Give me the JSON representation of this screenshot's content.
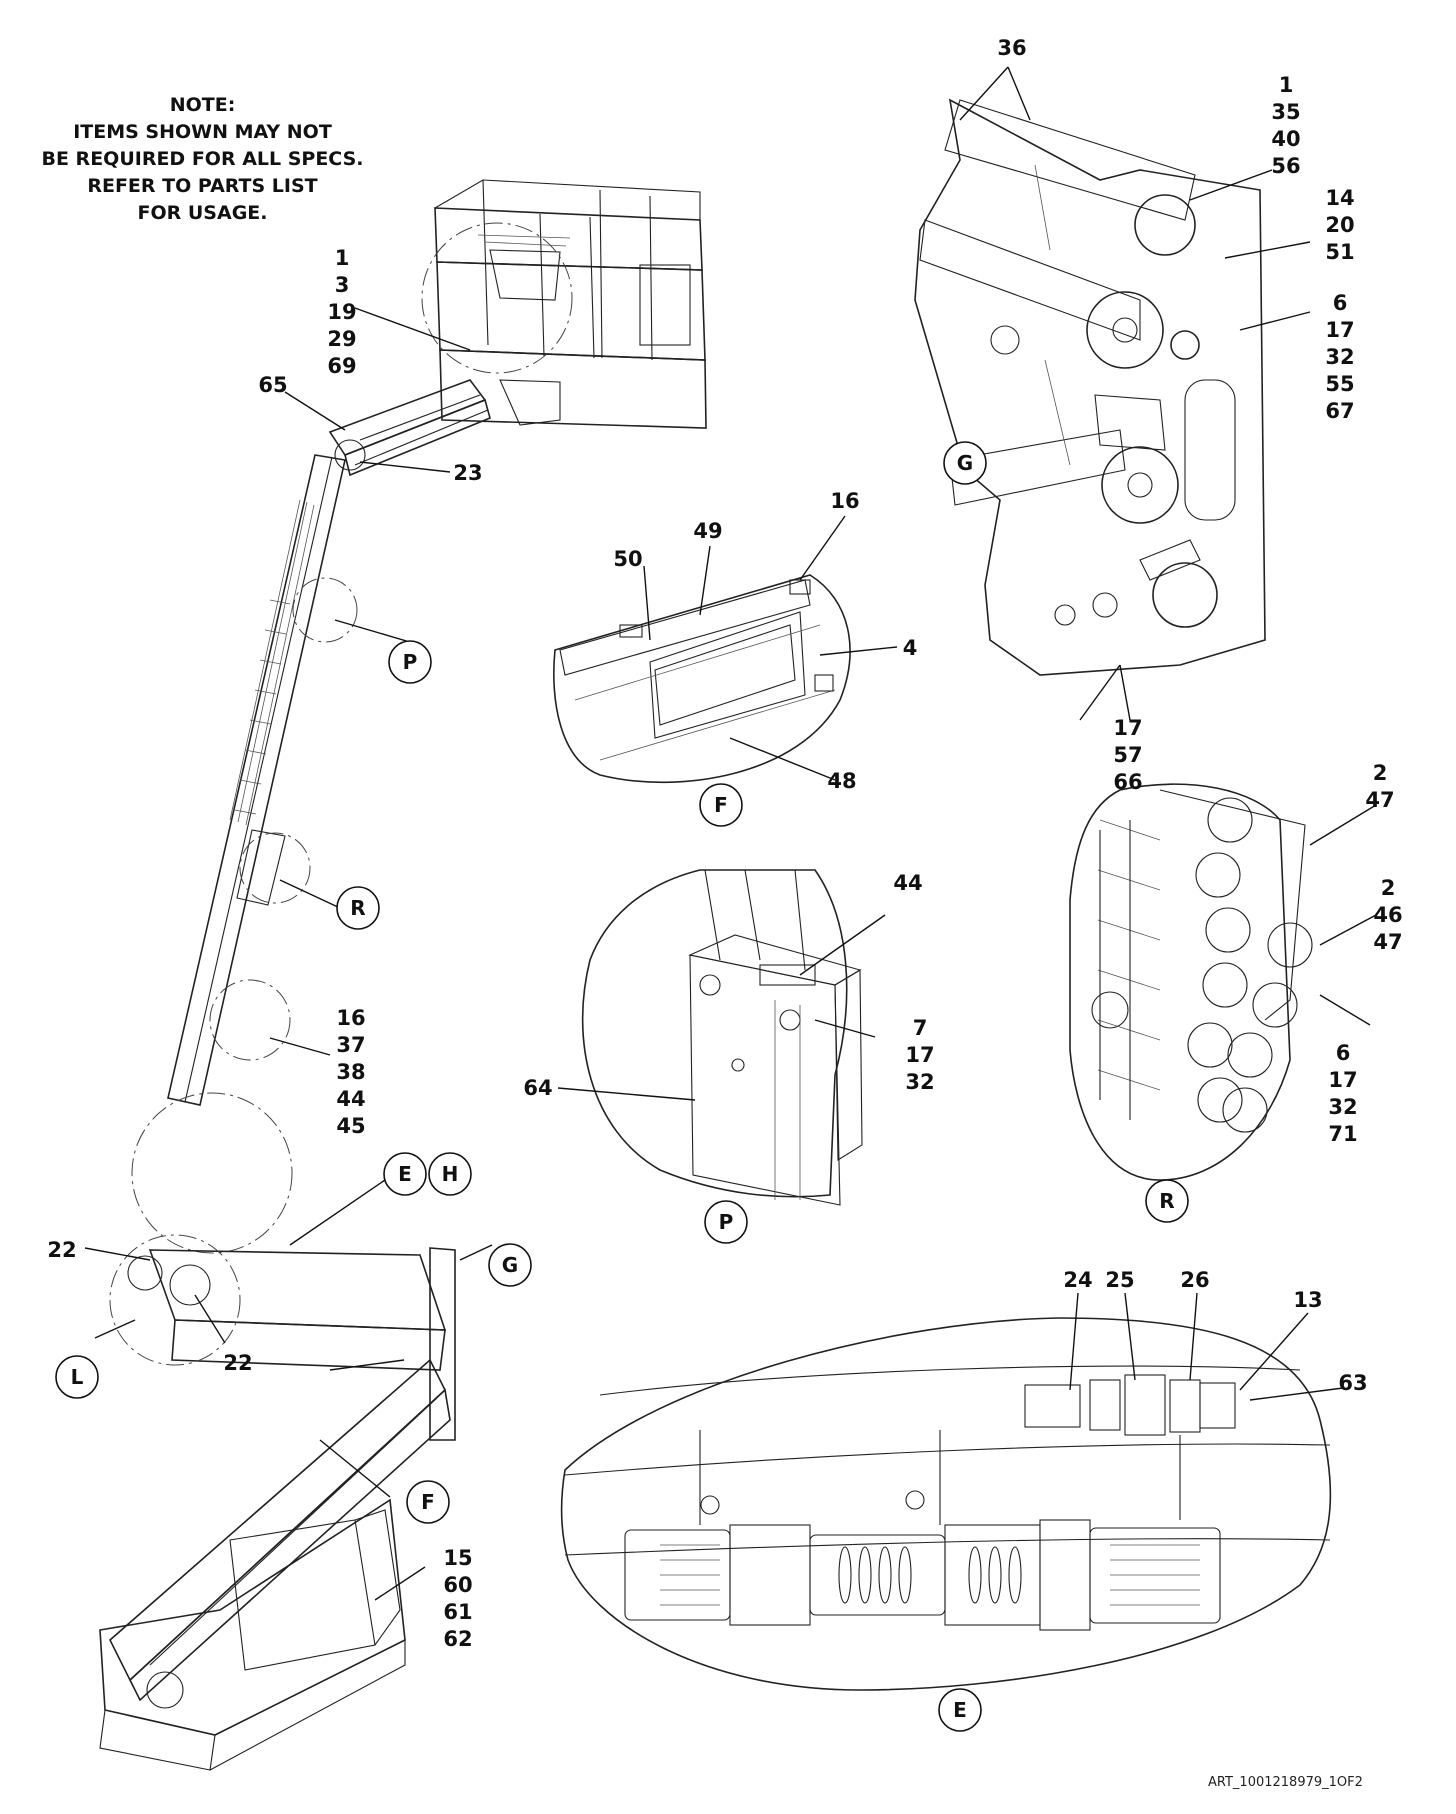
{
  "note": {
    "lines": [
      "NOTE:",
      "ITEMS SHOWN  MAY NOT",
      "BE REQUIRED FOR ALL SPECS.",
      "REFER TO PARTS LIST",
      "FOR USAGE."
    ]
  },
  "art_id": "ART_1001218979_1OF2",
  "callouts": [
    {
      "id": "c-36",
      "lines": [
        "36"
      ]
    },
    {
      "id": "c-1-35-40-56",
      "lines": [
        "1",
        "35",
        "40",
        "56"
      ]
    },
    {
      "id": "c-14-20-51",
      "lines": [
        "14",
        "20",
        "51"
      ]
    },
    {
      "id": "c-6-17-32-55-67",
      "lines": [
        "6",
        "17",
        "32",
        "55",
        "67"
      ]
    },
    {
      "id": "c-17-57-66",
      "lines": [
        "17",
        "57",
        "66"
      ]
    },
    {
      "id": "c-1-3-19-29-69",
      "lines": [
        "1",
        "3",
        "19",
        "29",
        "69"
      ]
    },
    {
      "id": "c-65",
      "lines": [
        "65"
      ]
    },
    {
      "id": "c-23",
      "lines": [
        "23"
      ]
    },
    {
      "id": "c-16-top",
      "lines": [
        "16"
      ]
    },
    {
      "id": "c-49",
      "lines": [
        "49"
      ]
    },
    {
      "id": "c-50",
      "lines": [
        "50"
      ]
    },
    {
      "id": "c-4",
      "lines": [
        "4"
      ]
    },
    {
      "id": "c-48",
      "lines": [
        "48"
      ]
    },
    {
      "id": "c-2-47",
      "lines": [
        "2",
        "47"
      ]
    },
    {
      "id": "c-2-46-47",
      "lines": [
        "2",
        "46",
        "47"
      ]
    },
    {
      "id": "c-6-17-32-71",
      "lines": [
        "6",
        "17",
        "32",
        "71"
      ]
    },
    {
      "id": "c-44",
      "lines": [
        "44"
      ]
    },
    {
      "id": "c-7-17-32",
      "lines": [
        "7",
        "17",
        "32"
      ]
    },
    {
      "id": "c-64",
      "lines": [
        "64"
      ]
    },
    {
      "id": "c-16-37-38-44-45",
      "lines": [
        "16",
        "37",
        "38",
        "44",
        "45"
      ]
    },
    {
      "id": "c-22-a",
      "lines": [
        "22"
      ]
    },
    {
      "id": "c-22-b",
      "lines": [
        "22"
      ]
    },
    {
      "id": "c-15-60-61-62",
      "lines": [
        "15",
        "60",
        "61",
        "62"
      ]
    },
    {
      "id": "c-24",
      "lines": [
        "24"
      ]
    },
    {
      "id": "c-25",
      "lines": [
        "25"
      ]
    },
    {
      "id": "c-26",
      "lines": [
        "26"
      ]
    },
    {
      "id": "c-13",
      "lines": [
        "13"
      ]
    },
    {
      "id": "c-63",
      "lines": [
        "63"
      ]
    }
  ],
  "detail_labels": [
    {
      "id": "d-g-top",
      "text": "G"
    },
    {
      "id": "d-p",
      "text": "P"
    },
    {
      "id": "d-f-detail",
      "text": "F"
    },
    {
      "id": "d-r",
      "text": "R"
    },
    {
      "id": "d-r-detail",
      "text": "R"
    },
    {
      "id": "d-p-detail",
      "text": "P"
    },
    {
      "id": "d-e",
      "text": "E"
    },
    {
      "id": "d-h",
      "text": "H"
    },
    {
      "id": "d-g",
      "text": "G"
    },
    {
      "id": "d-l",
      "text": "L"
    },
    {
      "id": "d-f",
      "text": "F"
    },
    {
      "id": "d-e-detail",
      "text": "E"
    }
  ]
}
